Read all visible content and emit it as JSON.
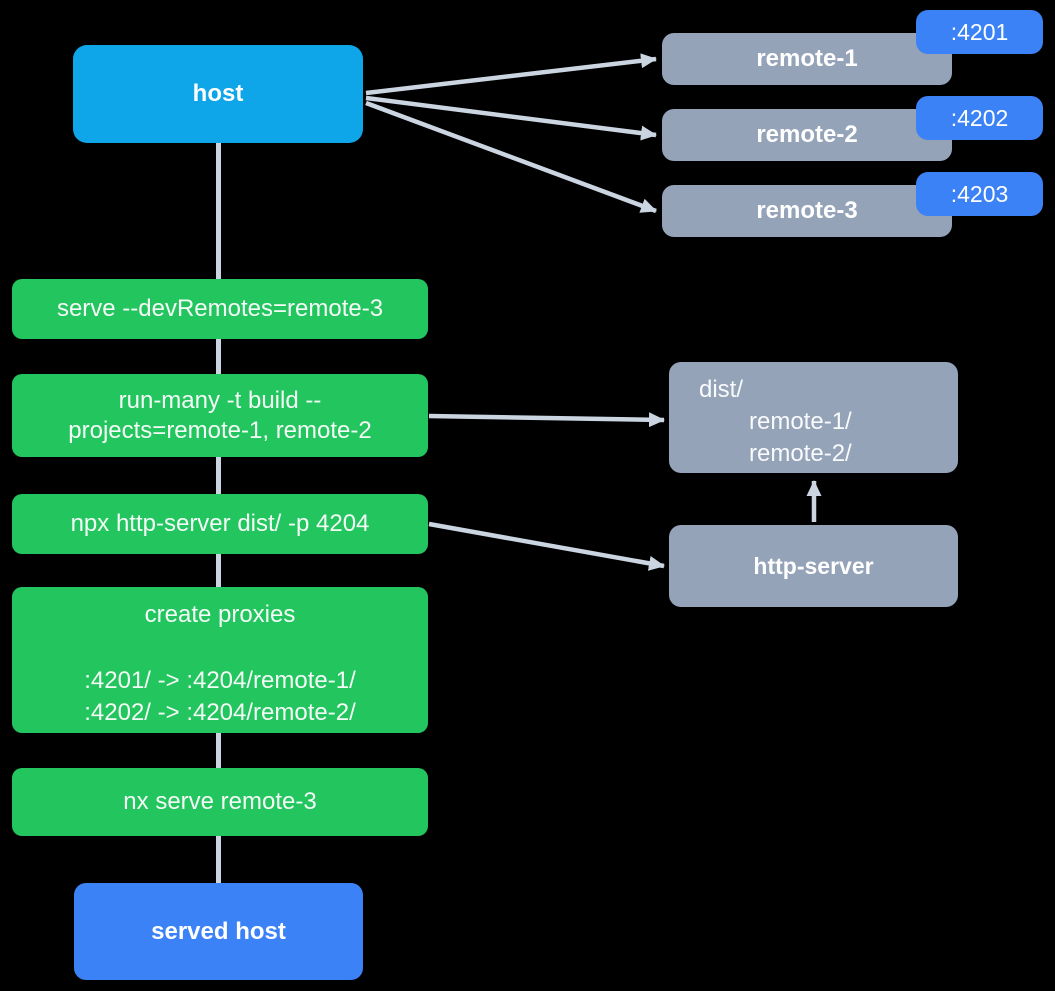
{
  "background": "#000000",
  "colors": {
    "host": "#0ea5e9",
    "remote": "#94a3b8",
    "badge": "#3b82f6",
    "step": "#22c55e",
    "served": "#3b82f6",
    "arrow": "#cbd5e1",
    "text": "#ffffff"
  },
  "nodes": {
    "host": {
      "label": "host"
    },
    "remotes": [
      {
        "label": "remote-1",
        "port": ":4201"
      },
      {
        "label": "remote-2",
        "port": ":4202"
      },
      {
        "label": "remote-3",
        "port": ":4203"
      }
    ],
    "steps": [
      {
        "lines": [
          "serve --devRemotes=remote-3"
        ]
      },
      {
        "lines": [
          "run-many -t build --",
          "projects=remote-1, remote-2"
        ]
      },
      {
        "lines": [
          "npx http-server dist/ -p 4204"
        ]
      },
      {
        "title": "create proxies",
        "lines": [
          ":4201/ -> :4204/remote-1/",
          ":4202/ -> :4204/remote-2/"
        ]
      },
      {
        "lines": [
          "nx serve remote-3"
        ]
      }
    ],
    "dist": {
      "lines": [
        "dist/",
        "remote-1/",
        "remote-2/"
      ]
    },
    "http_server": {
      "label": "http-server"
    },
    "served_host": {
      "label": "served host"
    }
  }
}
